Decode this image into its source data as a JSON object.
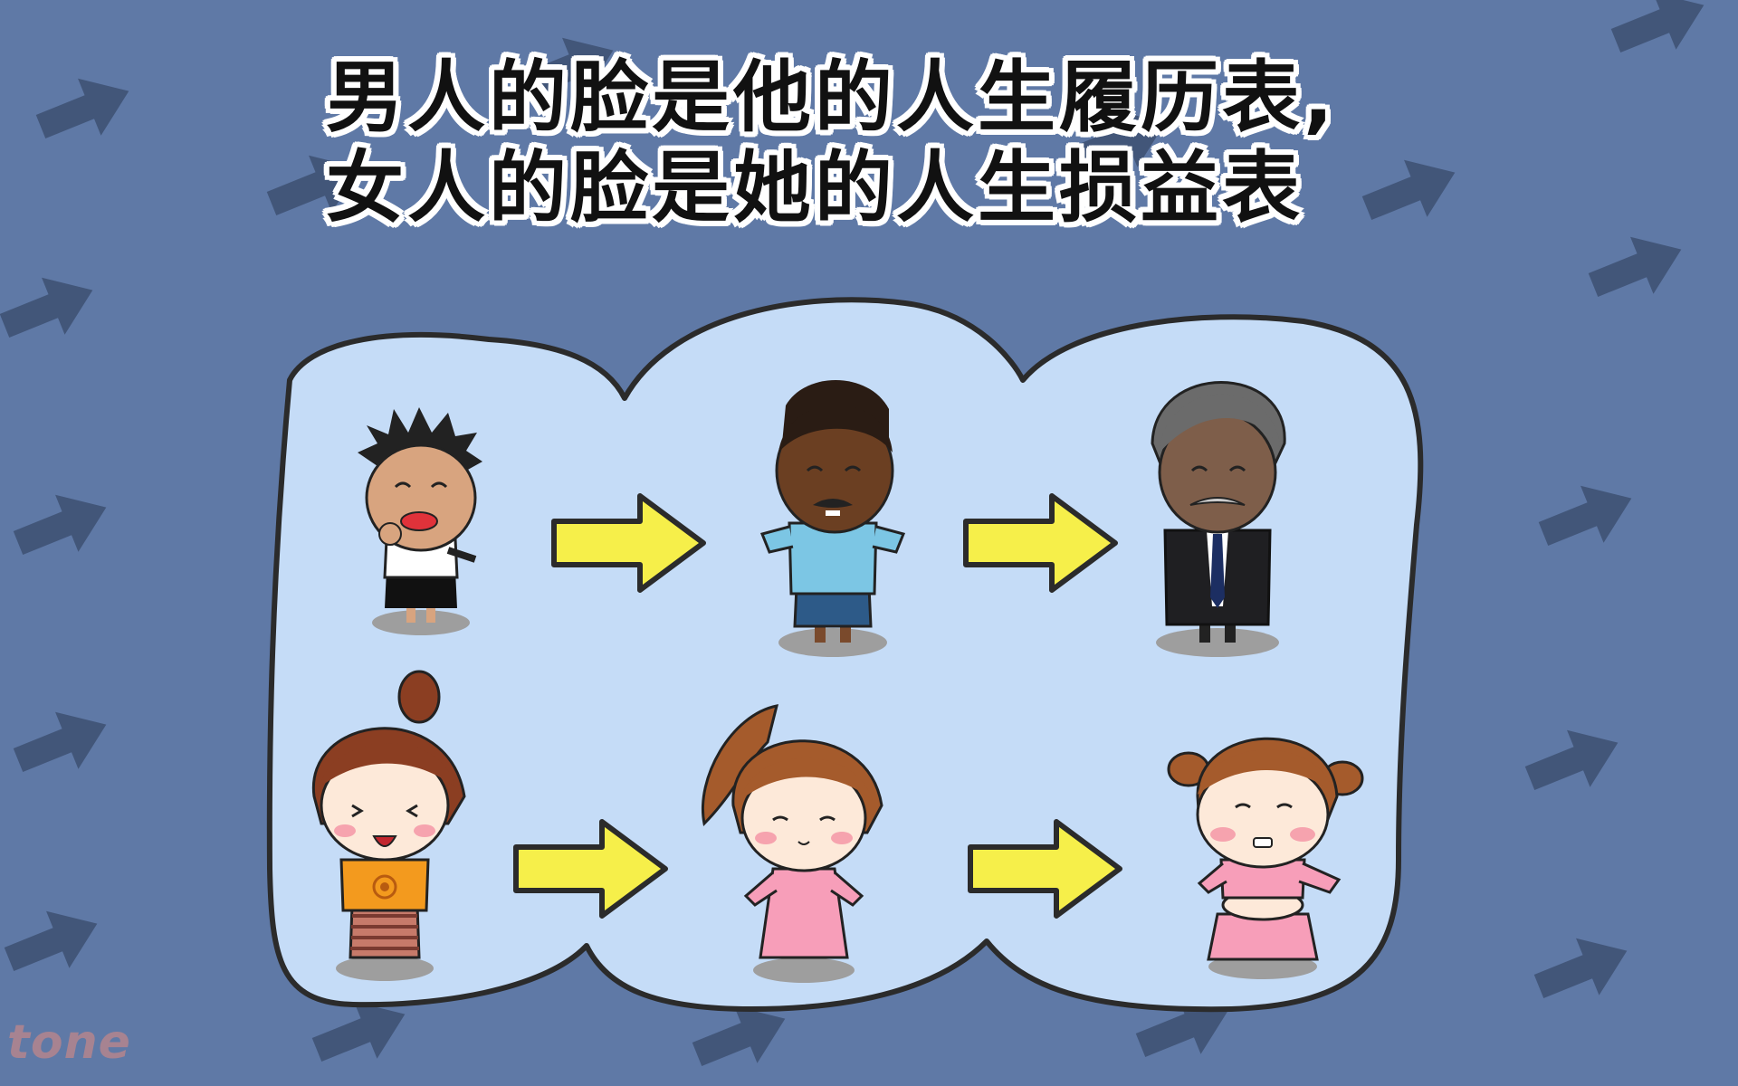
{
  "title": {
    "line1": "男人的脸是他的人生履历表,",
    "line2": "女人的脸是她的人生损益表"
  },
  "logo_text": "tone",
  "colors": {
    "background": "#5f79a6",
    "background_arrow": "#425679",
    "bubble_fill": "#c5dcf7",
    "bubble_stroke": "#2b2b2b",
    "progress_arrow": "#f6ef4a"
  },
  "rows": [
    {
      "name": "men",
      "stages": [
        {
          "name": "young-man",
          "icon": "boy-character"
        },
        {
          "name": "middle-aged-man",
          "icon": "man-blue-polo-character"
        },
        {
          "name": "old-man",
          "icon": "old-man-suit-character"
        }
      ]
    },
    {
      "name": "women",
      "stages": [
        {
          "name": "young-girl",
          "icon": "girl-bun-character"
        },
        {
          "name": "young-woman",
          "icon": "woman-ponytail-character"
        },
        {
          "name": "older-woman",
          "icon": "woman-pigtails-character"
        }
      ]
    }
  ]
}
